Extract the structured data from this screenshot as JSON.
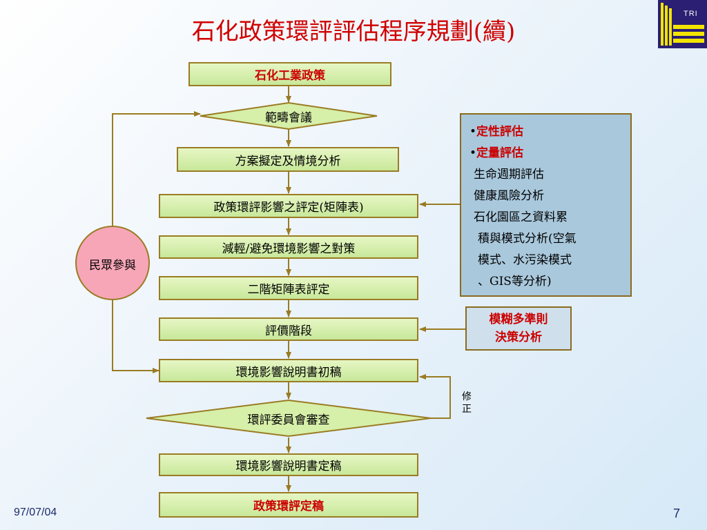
{
  "title": "石化政策環評評估程序規劃(續)",
  "logo": {
    "text": "TRI",
    "colors": {
      "purple": "#2a1f72",
      "yellow": "#f2e400"
    }
  },
  "flow": {
    "steps": [
      {
        "label": "石化工業政策",
        "highlight": true
      },
      {
        "label": "範疇會議",
        "shape": "diamond"
      },
      {
        "label": "方案擬定及情境分析"
      },
      {
        "label": "政策環評影響之評定(矩陣表)"
      },
      {
        "label": "減輕/避免環境影響之對策"
      },
      {
        "label": "二階矩陣表評定"
      },
      {
        "label": "評價階段"
      },
      {
        "label": "環境影響說明書初稿"
      },
      {
        "label": "環評委員會審查",
        "shape": "diamond"
      },
      {
        "label": "環境影響說明書定稿"
      },
      {
        "label": "政策環評定稿",
        "highlight": true
      }
    ],
    "public_participation": "民眾參與",
    "revise_label": "修正"
  },
  "evaluation_box": {
    "qualitative": "定性評估",
    "quantitative": "定量評估",
    "lines": [
      "生命週期評估",
      "健康風險分析",
      "石化園區之資料累",
      "積與模式分析(空氣",
      "模式、水污染模式",
      "、GIS等分析)"
    ]
  },
  "fuzzy_box": {
    "line1": "模糊多準則",
    "line2": "決策分析"
  },
  "footer": {
    "date": "97/07/04",
    "page": "7"
  },
  "colors": {
    "title_red": "#d00000",
    "node_fill": "#d6efa9",
    "node_border": "#9a7b23",
    "circle_fill": "#f7a6b8",
    "eval_box_fill": "#a9c8dc",
    "footer_blue": "#1a2a6c"
  }
}
